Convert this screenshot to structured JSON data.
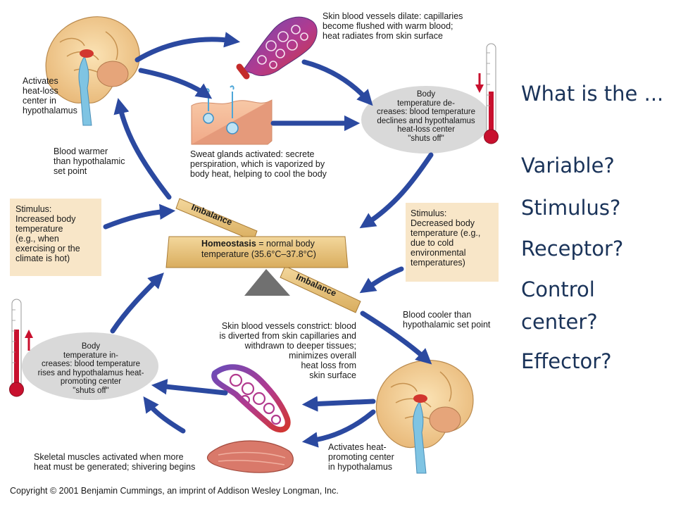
{
  "labels": {
    "activates_heat_loss": "Activates\nheat-loss\ncenter in\nhypothalamus",
    "skin_dilate": "Skin blood vessels dilate: capillaries\nbecome flushed with warm blood;\nheat radiates from skin surface",
    "body_temp_declines": "Body\ntemperature de-\ncreases: blood temperature\ndeclines and hypothalamus\nheat-loss center\n\"shuts off\"",
    "blood_warmer": "Blood warmer\nthan hypothalamic\nset point",
    "sweat_glands": "Sweat glands activated: secrete\nperspiration, which is vaporized by\nbody heat, helping to cool the body",
    "stimulus_increased": "Stimulus:\nIncreased body\ntemperature\n(e.g., when\nexercising or the\nclimate is hot)",
    "stimulus_decreased": "Stimulus:\nDecreased body\ntemperature (e.g.,\ndue to cold\nenvironmental\ntemperatures)",
    "imbalance_top": "Imbalance",
    "imbalance_bottom": "Imbalance",
    "homeostasis_word": "Homeostasis",
    "homeostasis_rest": " = normal body\ntemperature (35.6°C–37.8°C)",
    "blood_cooler": "Blood cooler than\nhypothalamic set point",
    "skin_constrict": "Skin blood vessels constrict: blood\nis diverted from skin capillaries and\nwithdrawn to deeper tissues;\nminimizes overall\nheat loss from\nskin surface",
    "body_temp_increases": "Body\ntemperature in-\ncreases: blood temperature\nrises and hypothalamus heat-\npromoting center\n\"shuts off\"",
    "skeletal_muscles": "Skeletal muscles activated when more\nheat must be generated; shivering begins",
    "activates_heat_promoting": "Activates heat-\npromoting center\nin hypothalamus",
    "copyright": "Copyright © 2001 Benjamin Cummings, an imprint of Addison Wesley Longman, Inc."
  },
  "questions": {
    "intro": "What is the ...",
    "variable": "Variable?",
    "stimulus": "Stimulus?",
    "receptor": "Receptor?",
    "control_center": "Control\ncenter?",
    "effector": "Effector?"
  },
  "colors": {
    "arrow": "#2b49a0",
    "stimulus_box": "#f8e6c8",
    "plank": "#e9c47f",
    "ellipse": "#d9d9d9",
    "question_text": "#1a3359",
    "thermometer_red": "#c8102e"
  }
}
